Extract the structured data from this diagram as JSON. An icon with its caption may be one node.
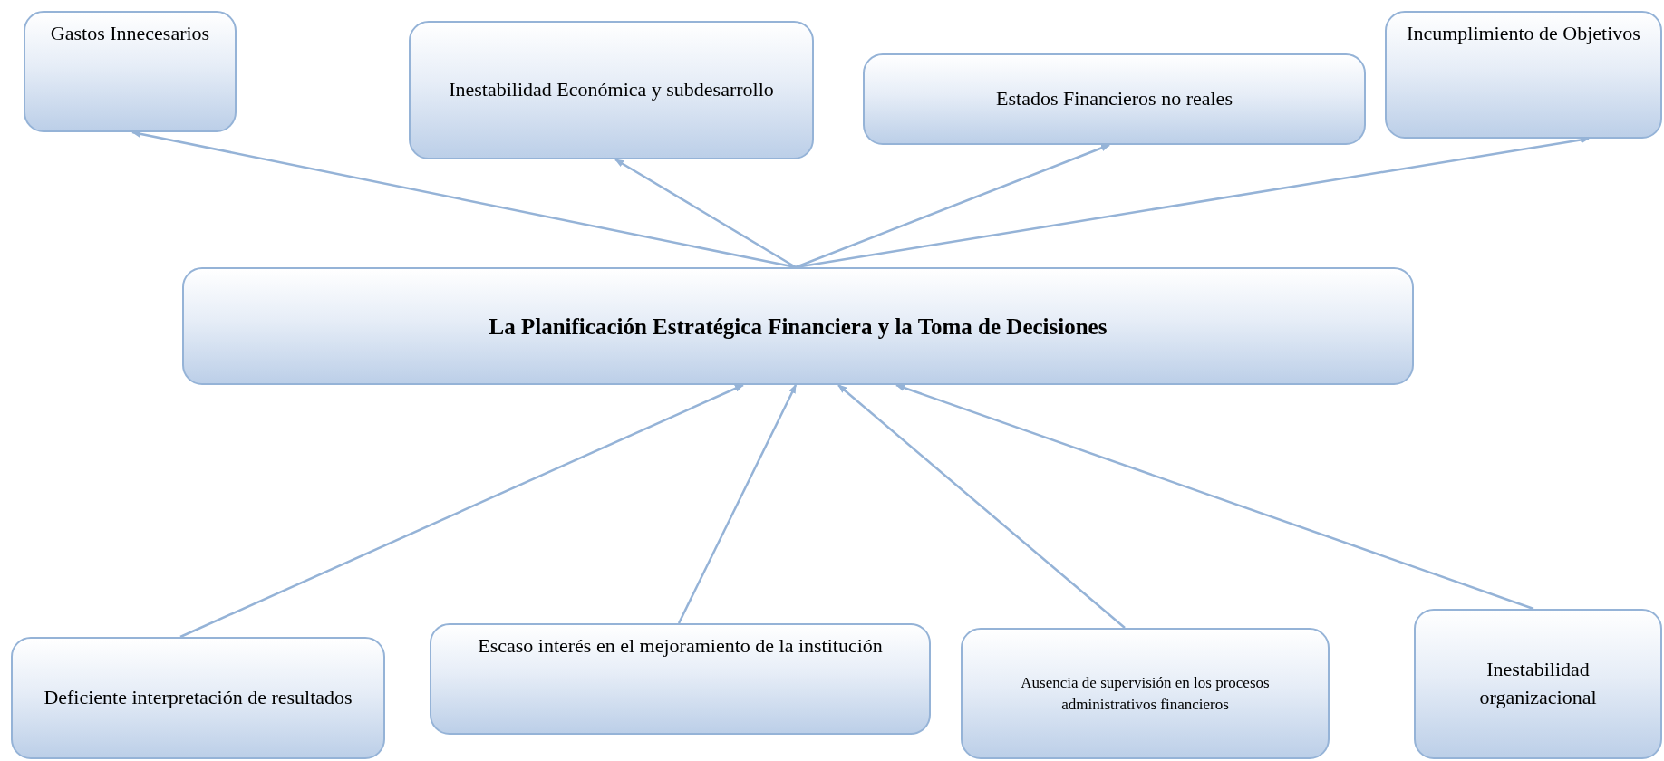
{
  "diagram": {
    "nodes": [
      {
        "text": [
          "La Planificación Estratégica Financiera y la Toma de Decisiones"
        ]
      },
      {
        "text": [
          "Gastos Innecesarios"
        ]
      },
      {
        "text": [
          "Inestabilidad Económica y subdesarrollo"
        ]
      },
      {
        "text": [
          "Estados Financieros no reales"
        ]
      },
      {
        "text": [
          "Incumplimiento de Objetivos"
        ]
      },
      {
        "text": [
          "Deficiente interpretación de resultados"
        ]
      },
      {
        "text": [
          "Escaso interés en el mejoramiento de la institución"
        ]
      },
      {
        "text": [
          "Ausencia de supervisión en los procesos administrativos financieros"
        ]
      },
      {
        "text": [
          "Inestabilidad organizacional"
        ]
      }
    ],
    "edges": [
      {
        "from": 0,
        "to": 1,
        "arrow": "to"
      },
      {
        "from": 0,
        "to": 2,
        "arrow": "to"
      },
      {
        "from": 0,
        "to": 3,
        "arrow": "to"
      },
      {
        "from": 0,
        "to": 4,
        "arrow": "to"
      },
      {
        "from": 5,
        "to": 0,
        "arrow": "to"
      },
      {
        "from": 6,
        "to": 0,
        "arrow": "to"
      },
      {
        "from": 7,
        "to": 0,
        "arrow": "to"
      },
      {
        "from": 8,
        "to": 0,
        "arrow": "to"
      }
    ]
  }
}
